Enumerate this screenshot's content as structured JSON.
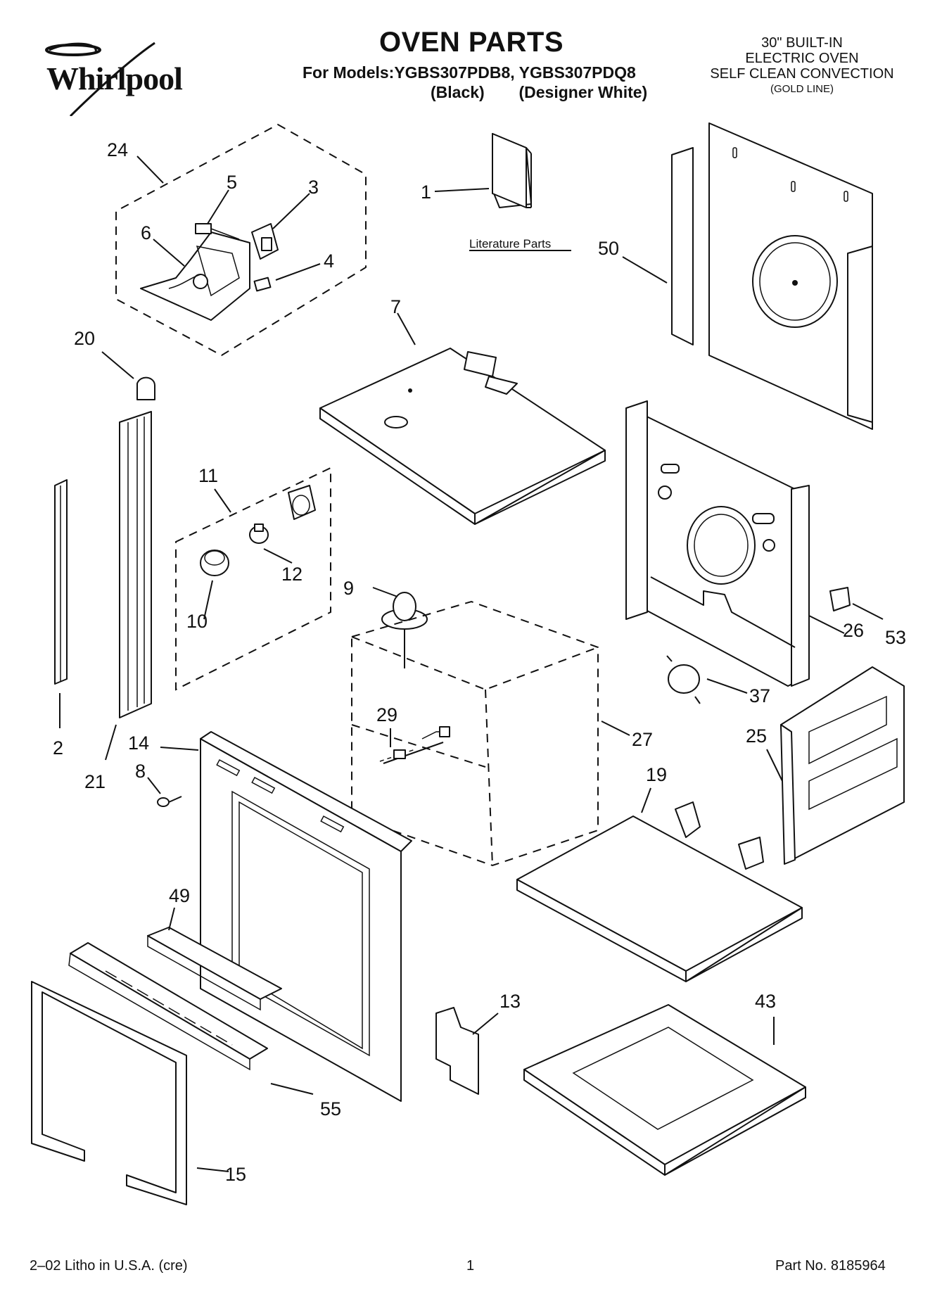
{
  "header": {
    "brand": "Whirlpool",
    "title": "OVEN PARTS",
    "models_line": "For Models:YGBS307PDB8, YGBS307PDQ8",
    "variant_black": "(Black)",
    "variant_white": "(Designer White)",
    "spec_lines": [
      "30\" BUILT-IN",
      "ELECTRIC OVEN",
      "SELF CLEAN CONVECTION"
    ],
    "spec_small": "(GOLD LINE)"
  },
  "literature_label": "Literature Parts",
  "callouts": [
    "24",
    "5",
    "3",
    "6",
    "4",
    "1",
    "50",
    "7",
    "20",
    "11",
    "12",
    "10",
    "9",
    "2",
    "21",
    "14",
    "8",
    "29",
    "27",
    "26",
    "53",
    "37",
    "25",
    "19",
    "49",
    "13",
    "43",
    "55",
    "15"
  ],
  "footer": {
    "left": "2–02 Litho in U.S.A. (cre)",
    "center": "1",
    "right": "Part No. 8185964"
  },
  "icons": [
    "whirlpool-logo-icon"
  ]
}
